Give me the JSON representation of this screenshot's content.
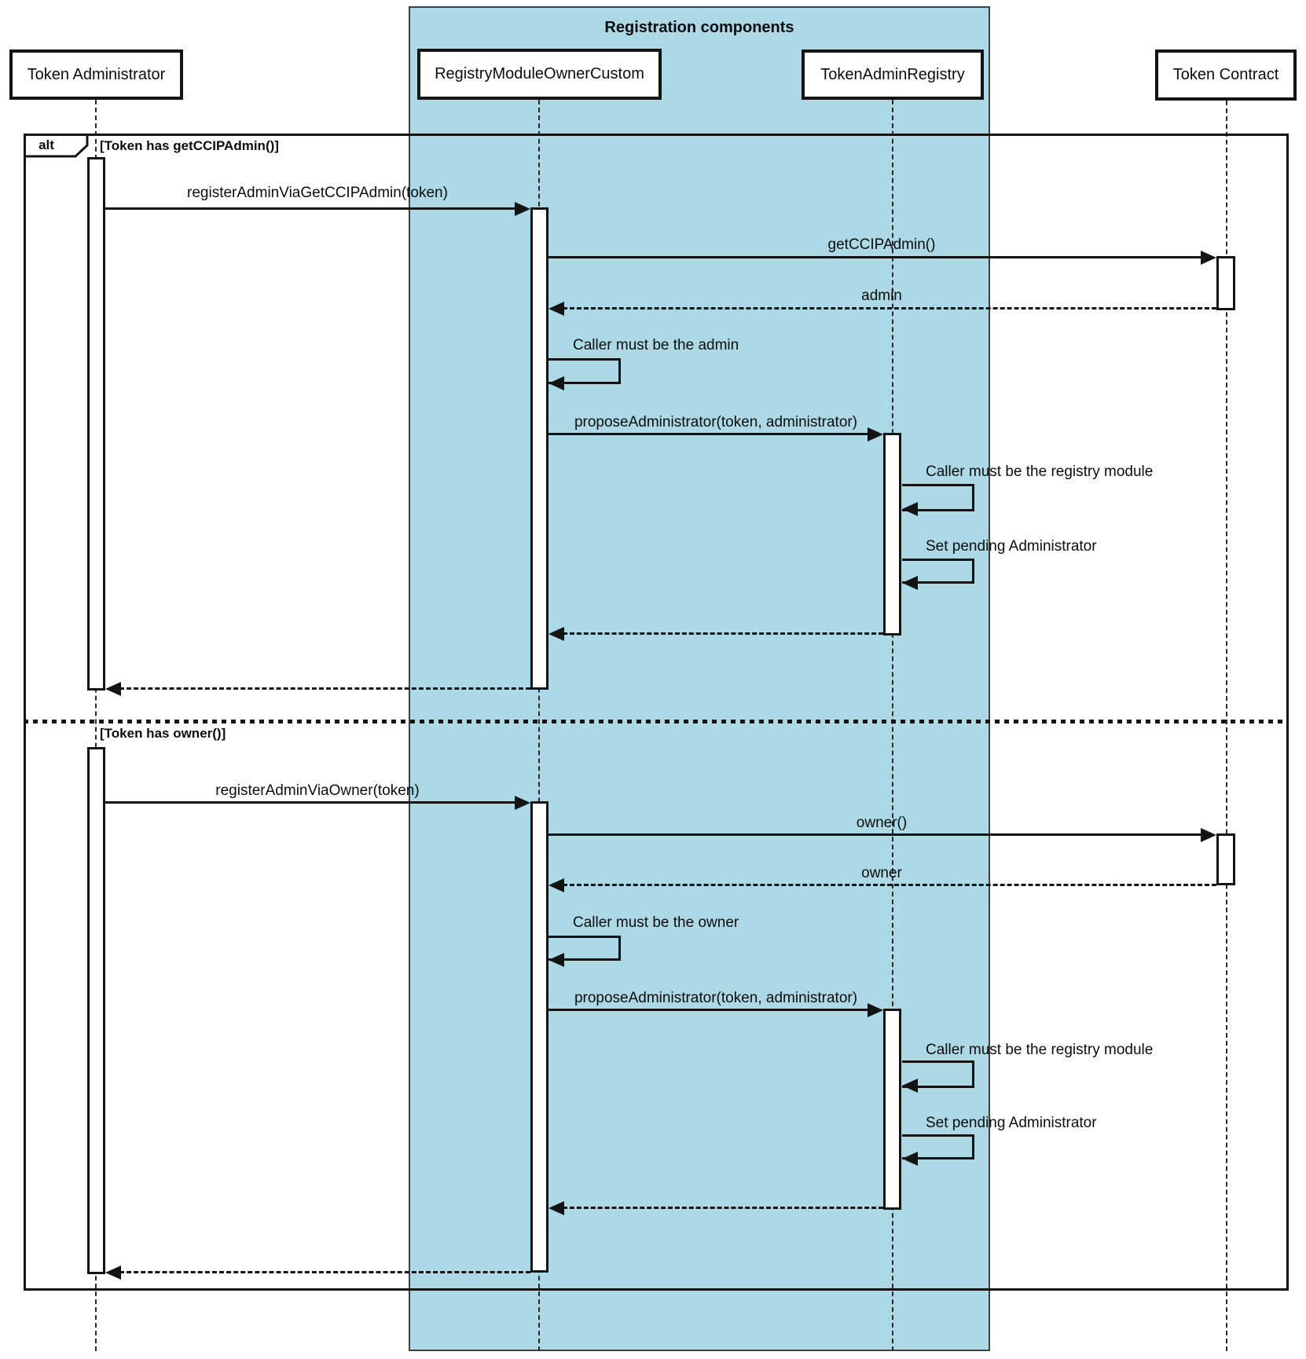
{
  "title": "Registration components",
  "alt": {
    "operator": "alt"
  },
  "participants": [
    {
      "label": "Token Administrator"
    },
    {
      "label": "RegistryModuleOwnerCustom"
    },
    {
      "label": "TokenAdminRegistry"
    },
    {
      "label": "Token Contract"
    }
  ],
  "sections": [
    {
      "condition": "[Token has getCCIPAdmin()]",
      "messages": [
        {
          "label": "registerAdminViaGetCCIPAdmin(token)",
          "from": "Token Administrator",
          "to": "RegistryModuleOwnerCustom",
          "line": "solid"
        },
        {
          "label": "getCCIPAdmin()",
          "from": "RegistryModuleOwnerCustom",
          "to": "Token Contract",
          "line": "solid"
        },
        {
          "label": "admin",
          "from": "Token Contract",
          "to": "RegistryModuleOwnerCustom",
          "line": "dashed"
        },
        {
          "label": "Caller must be the admin",
          "from": "RegistryModuleOwnerCustom",
          "to": "RegistryModuleOwnerCustom",
          "line": "self"
        },
        {
          "label": "proposeAdministrator(token, administrator)",
          "from": "RegistryModuleOwnerCustom",
          "to": "TokenAdminRegistry",
          "line": "solid"
        },
        {
          "label": "Caller must be the registry module",
          "from": "TokenAdminRegistry",
          "to": "TokenAdminRegistry",
          "line": "self"
        },
        {
          "label": "Set pending Administrator",
          "from": "TokenAdminRegistry",
          "to": "TokenAdminRegistry",
          "line": "self"
        },
        {
          "label": "",
          "from": "TokenAdminRegistry",
          "to": "RegistryModuleOwnerCustom",
          "line": "dashed"
        },
        {
          "label": "",
          "from": "RegistryModuleOwnerCustom",
          "to": "Token Administrator",
          "line": "dashed"
        }
      ]
    },
    {
      "condition": "[Token has owner()]",
      "messages": [
        {
          "label": "registerAdminViaOwner(token)",
          "from": "Token Administrator",
          "to": "RegistryModuleOwnerCustom",
          "line": "solid"
        },
        {
          "label": "owner()",
          "from": "RegistryModuleOwnerCustom",
          "to": "Token Contract",
          "line": "solid"
        },
        {
          "label": "owner",
          "from": "Token Contract",
          "to": "RegistryModuleOwnerCustom",
          "line": "dashed"
        },
        {
          "label": "Caller must be the owner",
          "from": "RegistryModuleOwnerCustom",
          "to": "RegistryModuleOwnerCustom",
          "line": "self"
        },
        {
          "label": "proposeAdministrator(token, administrator)",
          "from": "RegistryModuleOwnerCustom",
          "to": "TokenAdminRegistry",
          "line": "solid"
        },
        {
          "label": "Caller must be the registry module",
          "from": "TokenAdminRegistry",
          "to": "TokenAdminRegistry",
          "line": "self"
        },
        {
          "label": "Set pending Administrator",
          "from": "TokenAdminRegistry",
          "to": "TokenAdminRegistry",
          "line": "self"
        },
        {
          "label": "",
          "from": "TokenAdminRegistry",
          "to": "RegistryModuleOwnerCustom",
          "line": "dashed"
        },
        {
          "label": "",
          "from": "RegistryModuleOwnerCustom",
          "to": "Token Administrator",
          "line": "dashed"
        }
      ]
    }
  ],
  "colors": {
    "group_fill": "#ADD8E6",
    "line": "#141414",
    "box_fill": "#FFFFFF",
    "background": "#FFFFFF"
  }
}
